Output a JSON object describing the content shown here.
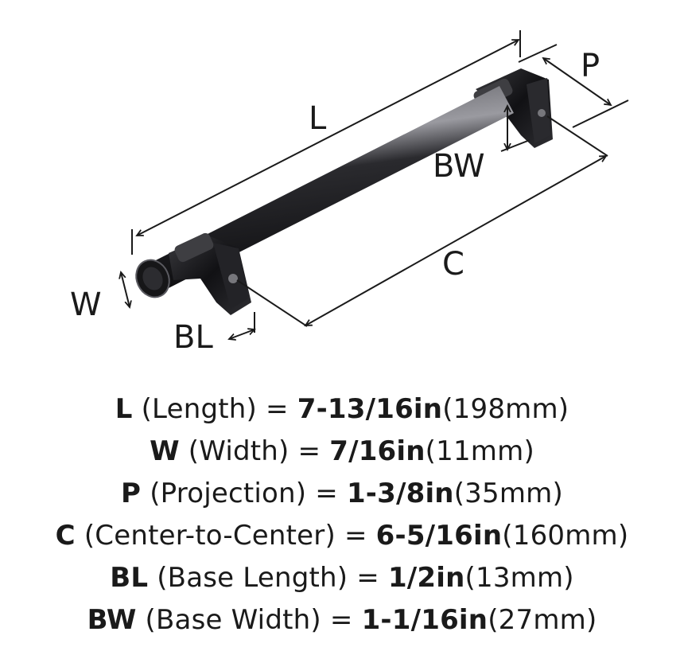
{
  "diagram": {
    "labels": {
      "L": "L",
      "P": "P",
      "BW": "BW",
      "C": "C",
      "W": "W",
      "BL": "BL"
    },
    "finish_color": "#1c1c1e"
  },
  "specs": [
    {
      "key": "L",
      "desc": "(Length) =",
      "value": "7-13/16in",
      "metric": "(198mm)"
    },
    {
      "key": "W",
      "desc": "(Width) =",
      "value": "7/16in",
      "metric": "(11mm)"
    },
    {
      "key": "P",
      "desc": "(Projection) =",
      "value": "1-3/8in",
      "metric": "(35mm)"
    },
    {
      "key": "C",
      "desc": "(Center-to-Center) =",
      "value": "6-5/16in",
      "metric": "(160mm)"
    },
    {
      "key": "BL",
      "desc": "(Base Length) =",
      "value": "1/2in",
      "metric": "(13mm)"
    },
    {
      "key": "BW",
      "desc": "(Base Width) =",
      "value": "1-1/16in",
      "metric": "(27mm)"
    }
  ]
}
